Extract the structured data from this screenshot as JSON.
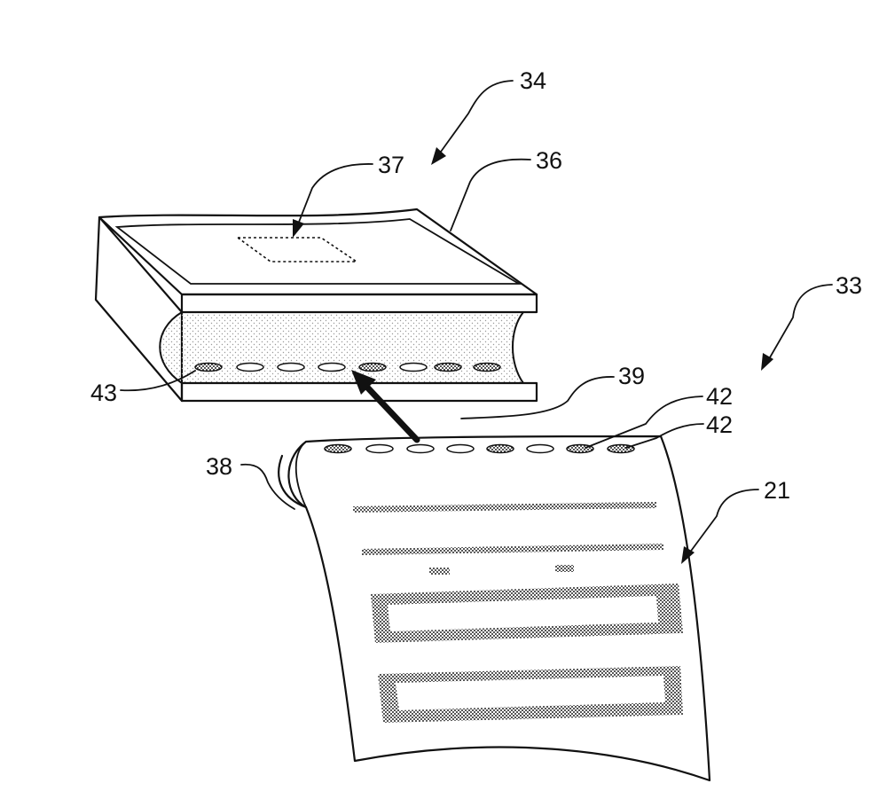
{
  "colors": {
    "ink": "#111111",
    "paper": "#ffffff",
    "stipple": "#9a9a9a"
  },
  "labels": {
    "assembly_34": "34",
    "cover_36": "36",
    "window_37": "37",
    "assembly_33": "33",
    "path_39": "39",
    "aperture_42a": "42",
    "aperture_42b": "42",
    "reservoir_43": "43",
    "edge_38": "38",
    "sheet_21": "21"
  }
}
